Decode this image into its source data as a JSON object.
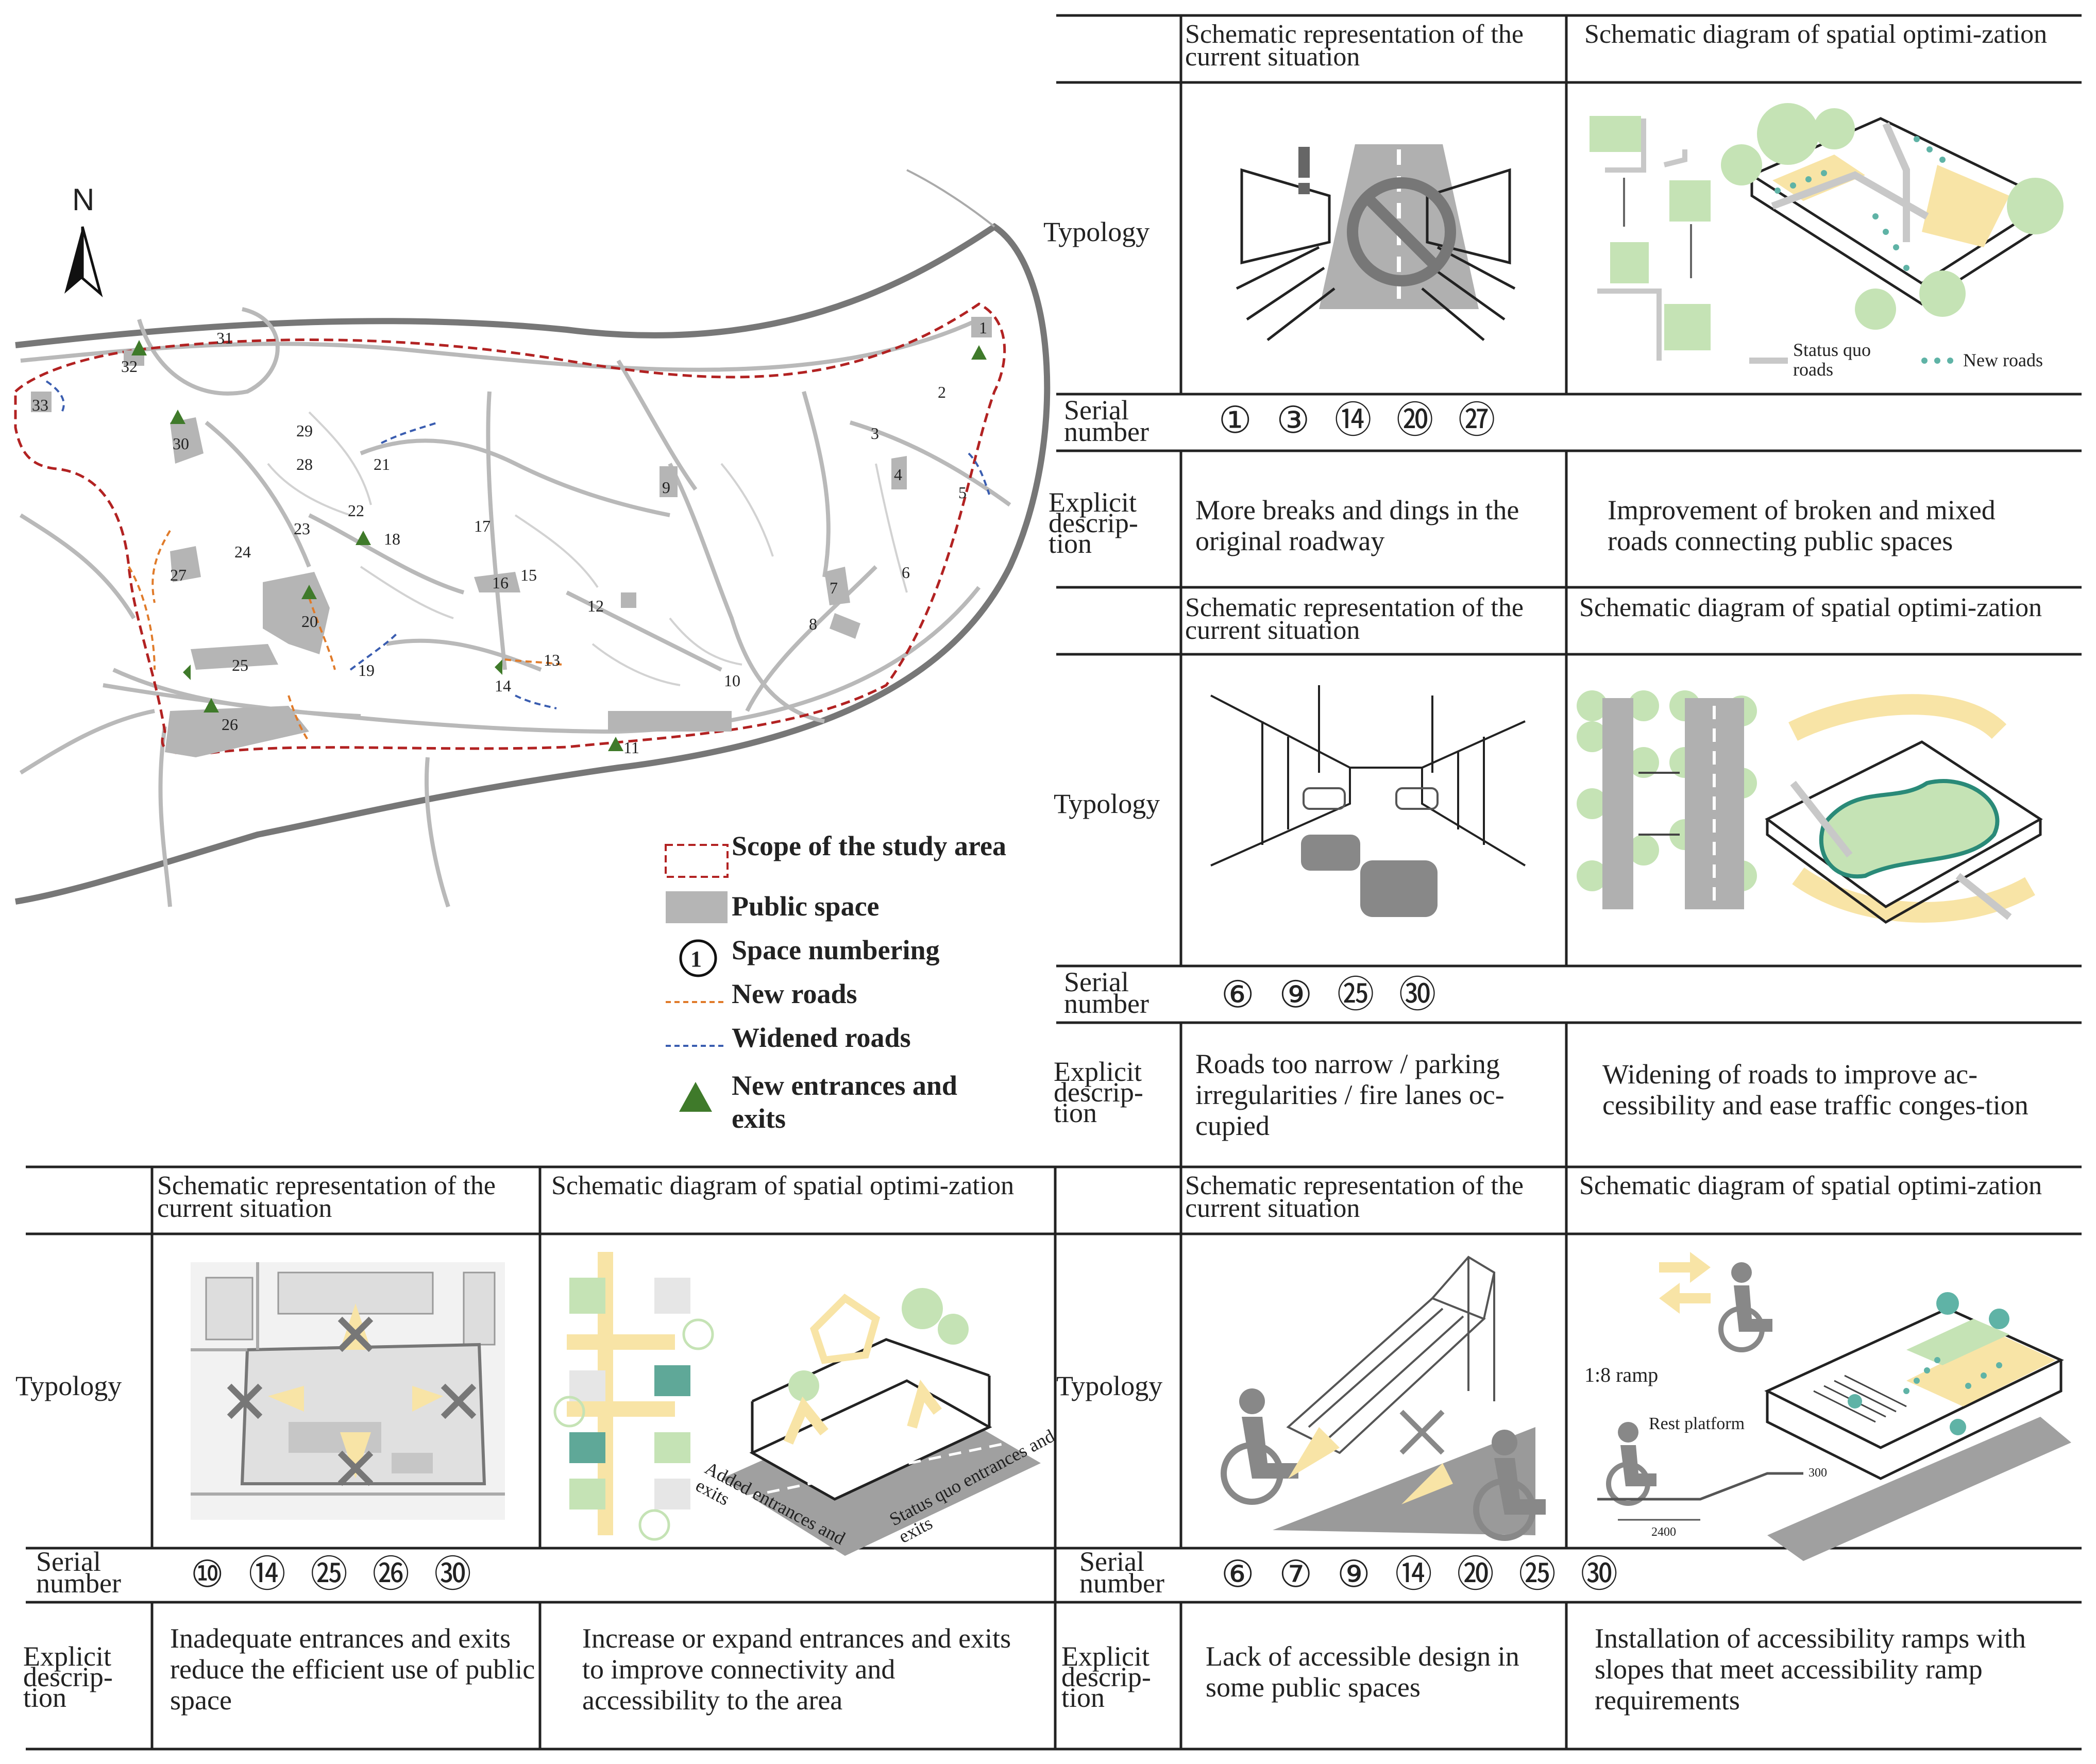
{
  "map": {
    "north": "N",
    "space_numbers": [
      "1",
      "2",
      "3",
      "4",
      "5",
      "6",
      "7",
      "8",
      "9",
      "10",
      "11",
      "12",
      "13",
      "14",
      "15",
      "16",
      "17",
      "18",
      "19",
      "20",
      "21",
      "22",
      "23",
      "24",
      "25",
      "26",
      "27",
      "28",
      "29",
      "30",
      "31",
      "32",
      "33"
    ],
    "legend": {
      "scope": "Scope of the study area",
      "public_space": "Public space",
      "numbering_symbol": "1",
      "numbering": "Space numbering",
      "new_roads": "New roads",
      "widened_roads": "Widened roads",
      "entrances": "New entrances and exits"
    },
    "colors": {
      "scope": "#b22222",
      "new_road": "#e07b2a",
      "widened_road": "#3a5db0",
      "entrance": "#3f7a2a",
      "public_space": "#b5b5b5"
    }
  },
  "tables": {
    "header_current": "Schematic representation of the current situation",
    "header_optimization": "Schematic diagram of spatial optimi-zation",
    "row_typology": "Typology",
    "row_serial": "Serial number",
    "row_explicit": "Explicit descrip-tion",
    "t1": {
      "serials": [
        "①",
        "③",
        "⑭",
        "⑳",
        "㉗"
      ],
      "current_desc": "More breaks and dings in the original roadway",
      "optimization_desc": "Improvement of broken and mixed roads connecting public spaces",
      "diagram_legend_status": "Status quo roads",
      "diagram_legend_new": "New roads"
    },
    "t2": {
      "serials": [
        "⑥",
        "⑨",
        "㉕",
        "㉚"
      ],
      "current_desc": "Roads too narrow / parking irregularities / fire lanes oc-cupied",
      "optimization_desc": "Widening of roads to improve ac-cessibility and ease traffic conges-tion"
    },
    "t3": {
      "serials": [
        "⑩",
        "⑭",
        "㉕",
        "㉖",
        "㉚"
      ],
      "current_desc": "Inadequate entrances and exits reduce the efficient use of public space",
      "optimization_desc": "Increase or expand entrances and exits to improve connectivity and accessibility to the area",
      "label_added": "Added entrances and exits",
      "label_status": "Status quo entrances and exits"
    },
    "t4": {
      "serials": [
        "⑥",
        "⑦",
        "⑨",
        "⑭",
        "⑳",
        "㉕",
        "㉚"
      ],
      "current_desc": "Lack of accessible design in some public spaces",
      "optimization_desc": "Installation of accessibility ramps with slopes that meet accessibility ramp requirements",
      "ramp_label": "1:8 ramp",
      "rest_label": "Rest platform",
      "dim_2400": "2400",
      "dim_300": "300"
    }
  }
}
